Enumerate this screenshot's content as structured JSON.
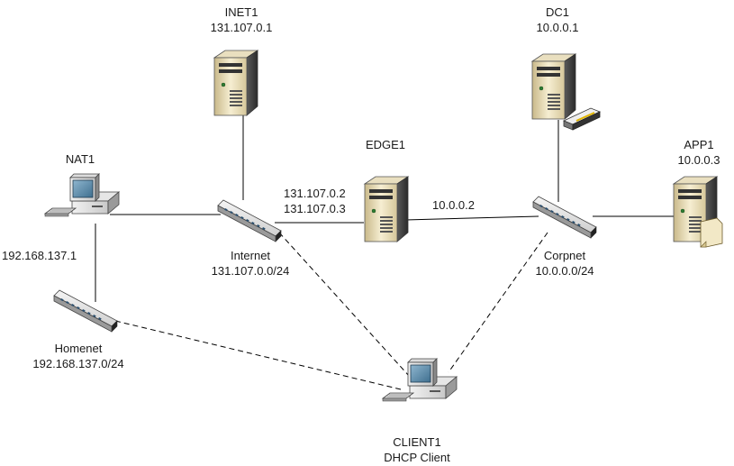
{
  "nodes": {
    "inet1": {
      "name": "INET1",
      "ip": "131.107.0.1",
      "type": "server"
    },
    "dc1": {
      "name": "DC1",
      "ip": "10.0.0.1",
      "type": "server-with-modem"
    },
    "app1": {
      "name": "APP1",
      "ip": "10.0.0.3",
      "type": "server-with-document"
    },
    "edge1": {
      "name": "EDGE1",
      "ips_internet": [
        "131.107.0.2",
        "131.107.0.3"
      ],
      "ip_corpnet": "10.0.0.2",
      "type": "server"
    },
    "nat1": {
      "name": "NAT1",
      "ip": "192.168.137.1",
      "type": "workstation"
    },
    "client1": {
      "name": "CLIENT1",
      "role": "DHCP Client",
      "type": "workstation"
    }
  },
  "networks": {
    "internet": {
      "name": "Internet",
      "subnet": "131.107.0.0/24",
      "type": "switch"
    },
    "corpnet": {
      "name": "Corpnet",
      "subnet": "10.0.0.0/24",
      "type": "switch"
    },
    "homenet": {
      "name": "Homenet",
      "subnet": "192.168.137.0/24",
      "type": "switch"
    }
  },
  "links": [
    {
      "from": "inet1",
      "to": "internet",
      "style": "solid"
    },
    {
      "from": "nat1",
      "to": "internet",
      "style": "solid"
    },
    {
      "from": "nat1",
      "to": "homenet",
      "style": "solid"
    },
    {
      "from": "internet",
      "to": "edge1",
      "style": "solid"
    },
    {
      "from": "edge1",
      "to": "corpnet",
      "style": "solid"
    },
    {
      "from": "dc1",
      "to": "corpnet",
      "style": "solid"
    },
    {
      "from": "corpnet",
      "to": "app1",
      "style": "solid"
    },
    {
      "from": "homenet",
      "to": "client1",
      "style": "dashed"
    },
    {
      "from": "internet",
      "to": "client1",
      "style": "dashed"
    },
    {
      "from": "corpnet",
      "to": "client1",
      "style": "dashed"
    }
  ]
}
